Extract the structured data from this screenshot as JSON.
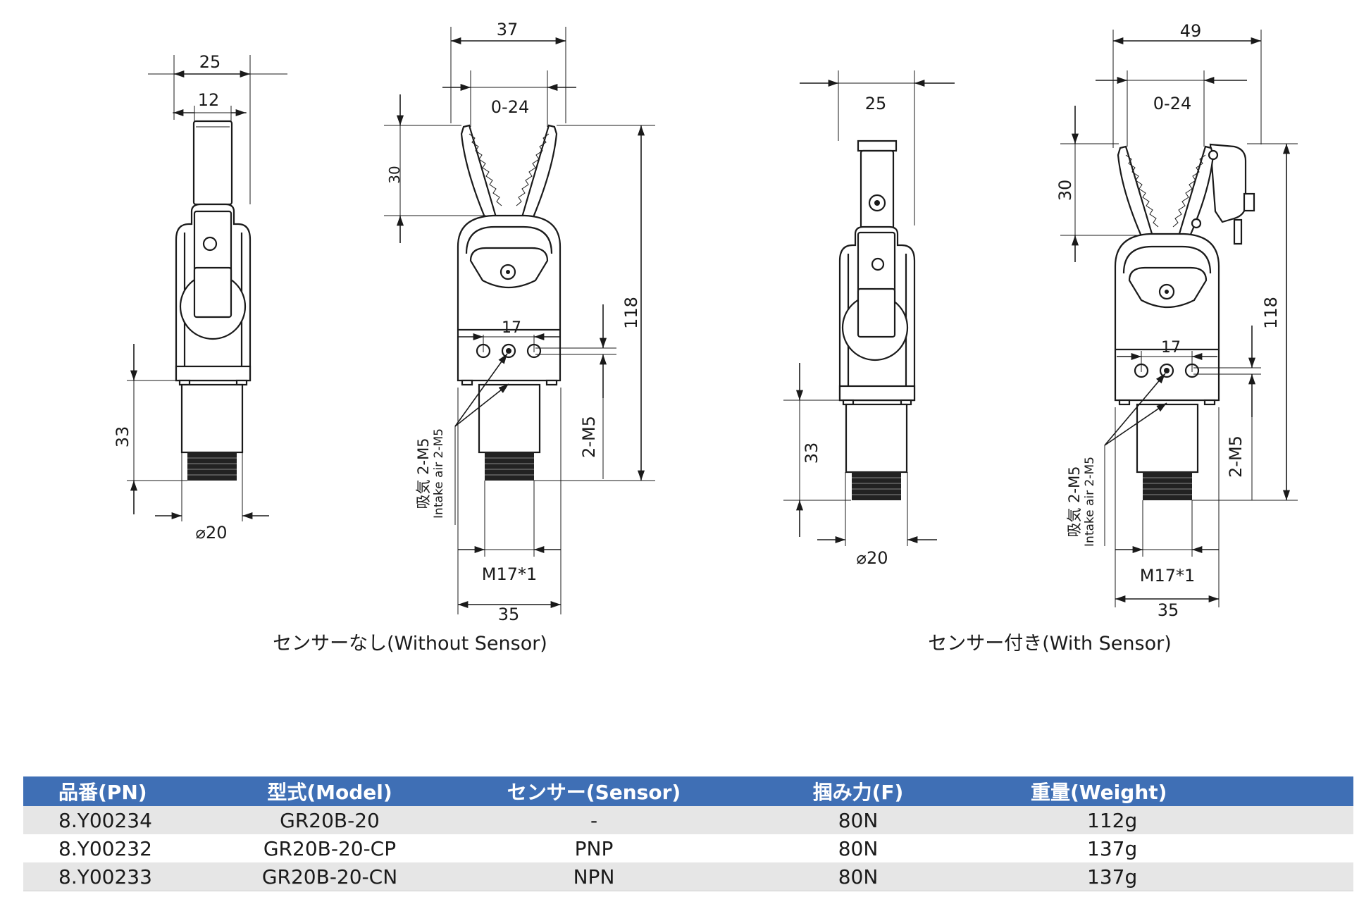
{
  "views": {
    "without_sensor": {
      "caption": "センサーなし(Without Sensor)",
      "side": {
        "width_25": "25",
        "width_12": "12",
        "height_33": "33",
        "dia_20": "⌀20"
      },
      "front": {
        "width_37": "37",
        "stroke_0_24": "0-24",
        "finger_30": "30",
        "height_118": "118",
        "pitch_17": "17",
        "port_2m5": "2-M5",
        "intake_jp": "吸気 2-M5",
        "intake_en": "Intake air 2-M5",
        "thread": "M17*1",
        "width_35": "35"
      }
    },
    "with_sensor": {
      "caption": "センサー付き(With Sensor)",
      "side": {
        "width_25": "25",
        "height_33": "33",
        "dia_20": "⌀20"
      },
      "front": {
        "width_49": "49",
        "stroke_0_24": "0-24",
        "finger_30": "30",
        "height_118": "118",
        "pitch_17": "17",
        "port_2m5": "2-M5",
        "intake_jp": "吸気 2-M5",
        "intake_en": "Intake air 2-M5",
        "thread": "M17*1",
        "width_35": "35"
      }
    }
  },
  "table": {
    "header_color": "#3f6fb5",
    "headers": [
      "品番(PN)",
      "型式(Model)",
      "センサー(Sensor)",
      "掴み力(F)",
      "重量(Weight)"
    ],
    "rows": [
      [
        "8.Y00234",
        "GR20B-20",
        "-",
        "80N",
        "112g"
      ],
      [
        "8.Y00232",
        "GR20B-20-CP",
        "PNP",
        "80N",
        "137g"
      ],
      [
        "8.Y00233",
        "GR20B-20-CN",
        "NPN",
        "80N",
        "137g"
      ]
    ]
  }
}
